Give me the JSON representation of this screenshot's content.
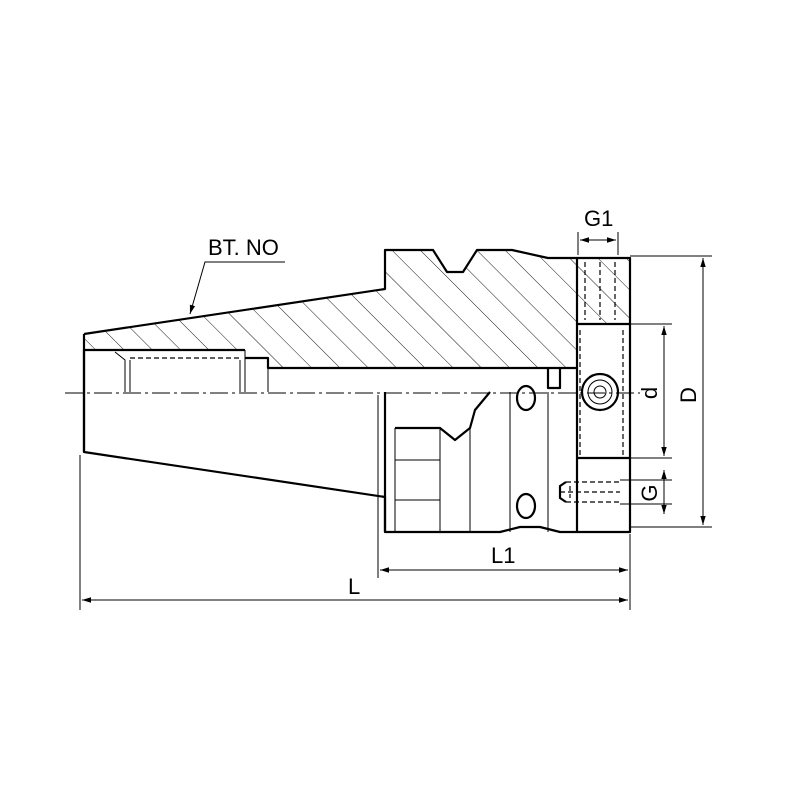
{
  "labels": {
    "bt_no": "BT. NO",
    "g1": "G1",
    "d": "d",
    "D": "D",
    "G": "G",
    "L1": "L1",
    "L": "L"
  }
}
